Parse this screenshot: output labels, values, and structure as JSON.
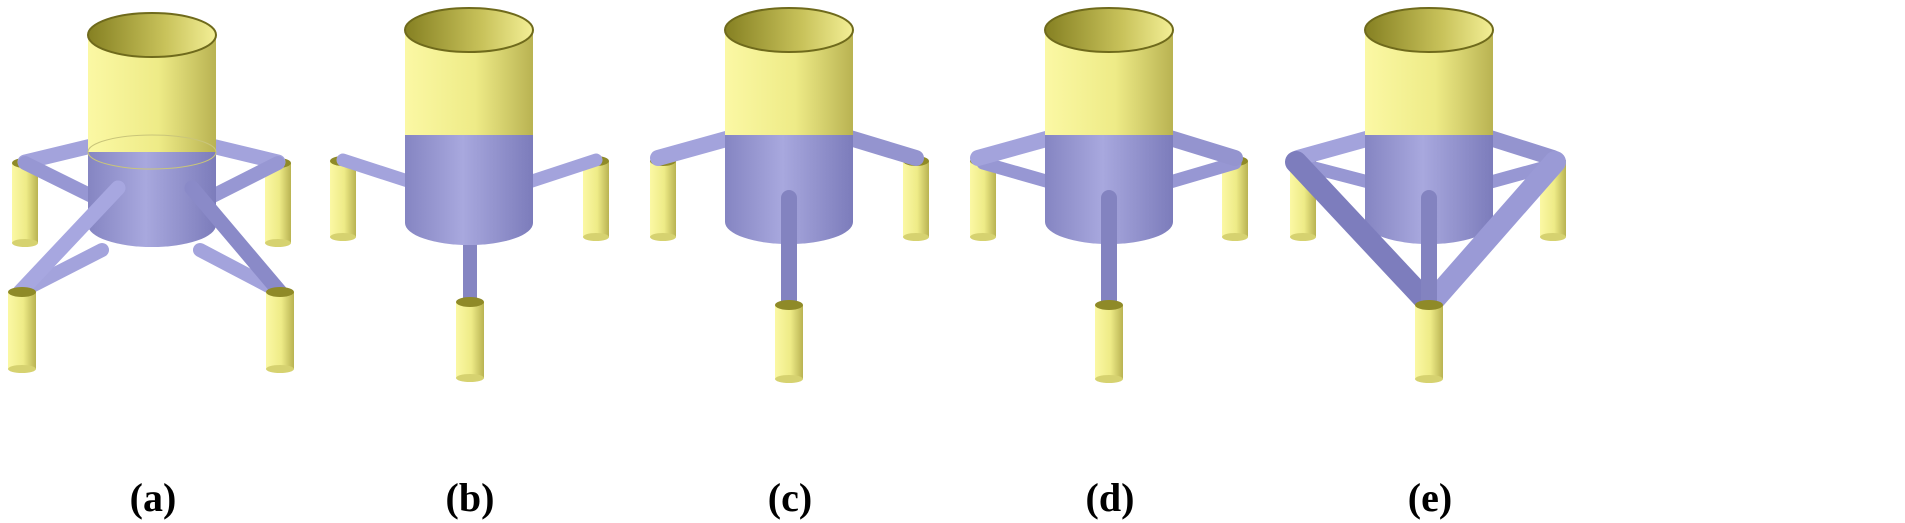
{
  "figure": {
    "colors": {
      "yellow": "#eeeb87",
      "yellow_dark": "#8f8a28",
      "purple": "#a3a3dc",
      "purple_dark": "#5e5e96",
      "background": "#ffffff"
    },
    "panels": [
      {
        "id": "a",
        "label": "(a)",
        "columns": 5,
        "pontoons": 4,
        "layout": "square",
        "braces": "diagonal"
      },
      {
        "id": "b",
        "label": "(b)",
        "columns": 4,
        "pontoons": 3,
        "layout": "triangle",
        "braces": "none"
      },
      {
        "id": "c",
        "label": "(c)",
        "columns": 4,
        "pontoons": 3,
        "layout": "triangle",
        "braces": "none"
      },
      {
        "id": "d",
        "label": "(d)",
        "columns": 4,
        "pontoons": 3,
        "layout": "triangle",
        "braces": "ring"
      },
      {
        "id": "e",
        "label": "(e)",
        "columns": 4,
        "pontoons": 3,
        "layout": "triangle",
        "braces": "truss"
      }
    ]
  }
}
